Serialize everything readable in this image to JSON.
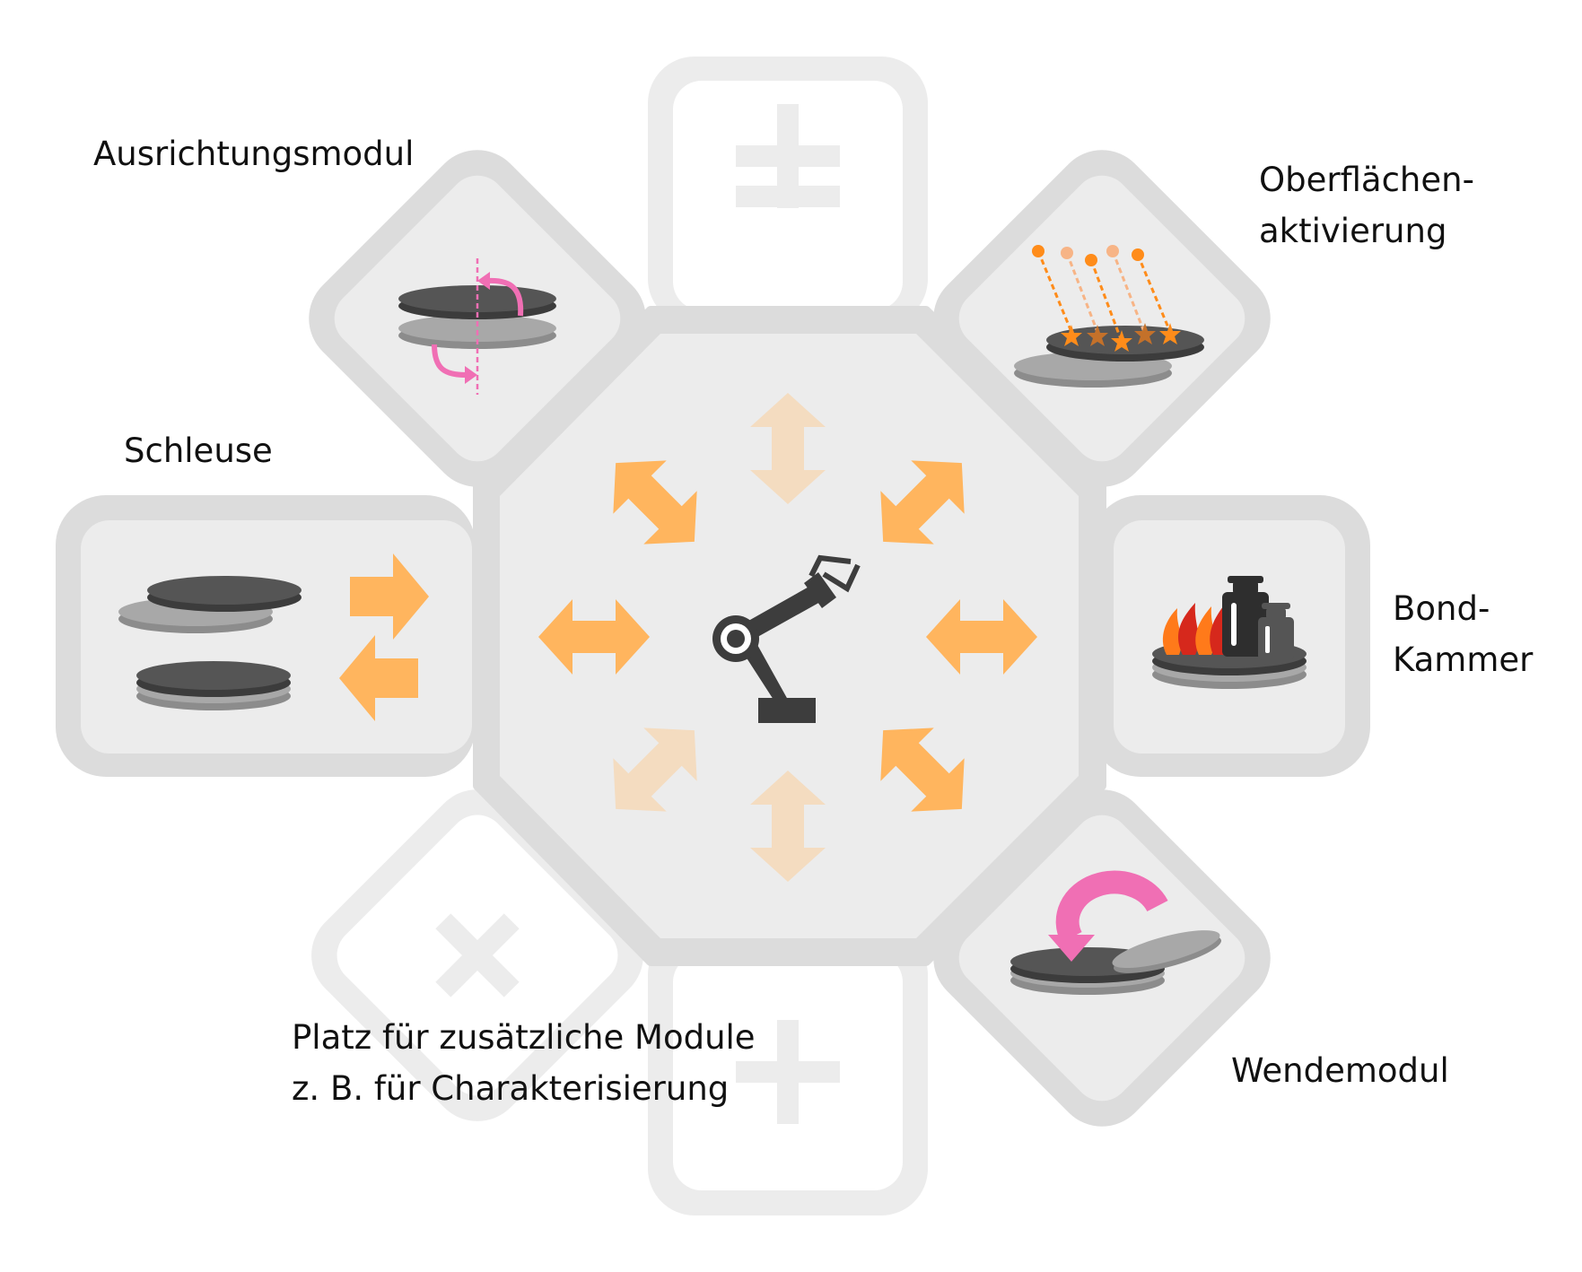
{
  "colors": {
    "frame": "#dcdcdc",
    "frame_faint": "#ececec",
    "fill": "#ececec",
    "fill_empty": "#ffffff",
    "arrow_strong": "#ffb55e",
    "arrow_faint": "#f4dcc0",
    "wafer_dark": "#555555",
    "wafer_light": "#a8a8a8",
    "robot": "#3d3d3d",
    "pink": "#f06fb4",
    "orange": "#ff8c1a",
    "flame": "#d6281c"
  },
  "modules": {
    "alignment": {
      "label": "Ausrichtungsmodul",
      "icon": "rotate-wafers-icon"
    },
    "surface_activation": {
      "label_line1": "Oberflächen-",
      "label_line2": "aktivierung",
      "icon": "plasma-activation-icon"
    },
    "loadlock": {
      "label": "Schleuse",
      "icon": "loadlock-transfer-icon"
    },
    "bond_chamber": {
      "label_line1": "Bond-",
      "label_line2": "Kammer",
      "icon": "heat-and-weights-icon"
    },
    "flip": {
      "label": "Wendemodul",
      "icon": "flip-wafer-icon"
    },
    "extra": {
      "label_line1": "Platz für zusätzliche Module",
      "label_line2": "z. B. für Charakterisierung",
      "icon": "plus-icon"
    },
    "central": {
      "icon": "robot-arm-icon"
    }
  }
}
